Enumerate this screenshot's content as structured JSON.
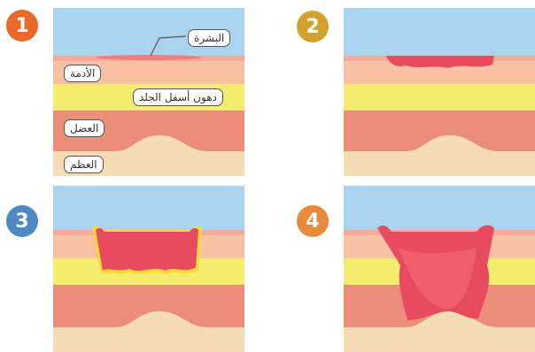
{
  "steps": [
    {
      "number": "1",
      "color": "#e86a2a"
    },
    {
      "number": "2",
      "color": "#d4a12c"
    },
    {
      "number": "3",
      "color": "#4d89c3"
    },
    {
      "number": "4",
      "color": "#e98a3b"
    }
  ],
  "layer_labels": {
    "epidermis": "البشرة",
    "dermis": "الأدمة",
    "subcutaneous_fat": "دهون أسفل الجلد",
    "muscle": "العضل",
    "bone": "العظم"
  },
  "colors": {
    "sky": "#a9d3ef",
    "epidermis": "#f4a99a",
    "dermis": "#f6c2a3",
    "fat": "#f3ec6e",
    "muscle": "#ec8d7a",
    "bone": "#f6dcb5",
    "wound": "#e84b5f",
    "wound_light": "#f26b76"
  }
}
